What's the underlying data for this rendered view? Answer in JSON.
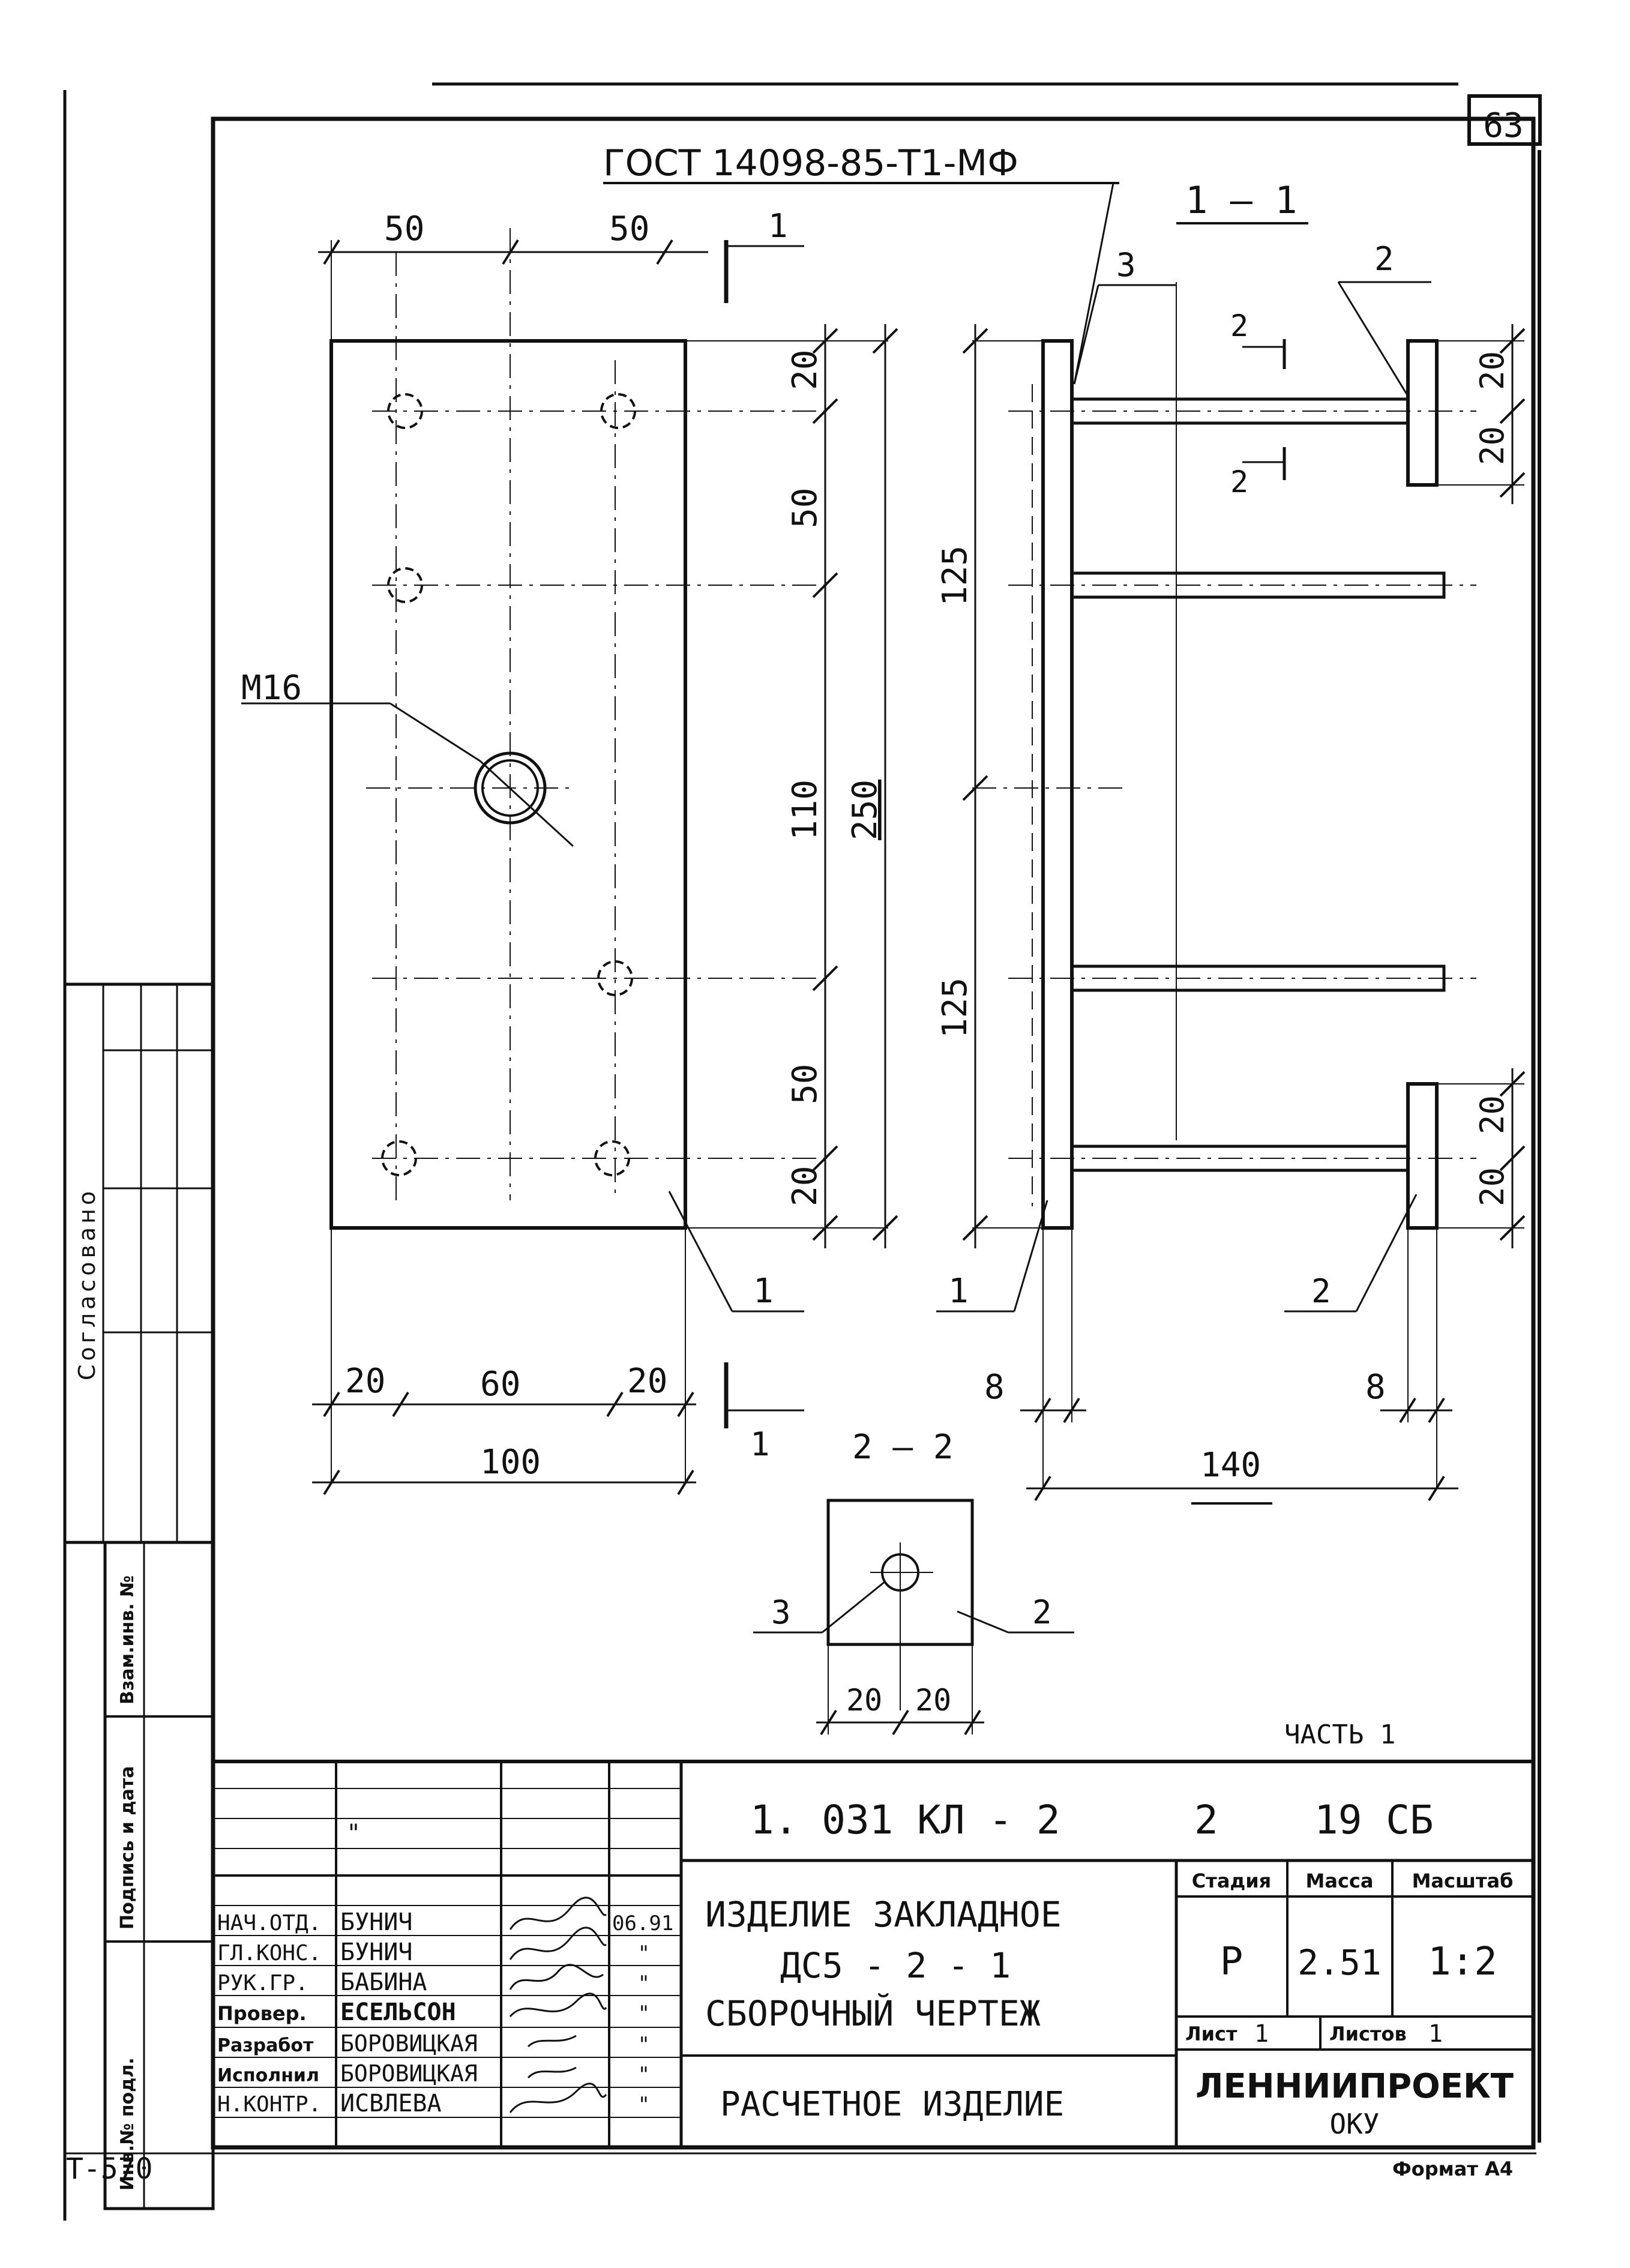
{
  "sheet_number": "63",
  "gost_reference": "ГОСТ 14098-85-Т1-МФ",
  "section_labels": {
    "main": "1 — 1",
    "small": "2 — 2",
    "cut_1": "1",
    "cut_2": "2"
  },
  "dimensions": {
    "plan_top_left": "50",
    "plan_top_right": "50",
    "plan_bottom_left": "20",
    "plan_bottom_mid": "60",
    "plan_bottom_right": "20",
    "plan_total_width": "100",
    "right_20_top": "20",
    "right_50_top": "50",
    "right_110": "110",
    "right_250": "250",
    "right_50_bottom": "50",
    "right_20_bottom": "20",
    "section_125_top": "125",
    "section_125_bottom": "125",
    "plate_thickness": "8",
    "rib_thickness": "8",
    "section_total_length": "140",
    "rib_top_upper": "20",
    "rib_top_lower": "20",
    "rib_bottom_upper": "20",
    "rib_bottom_lower": "20",
    "small_left": "20",
    "small_right": "20"
  },
  "callouts": {
    "thread": "М16",
    "pos_1_plan": "1",
    "pos_1_section": "1",
    "pos_2_top": "2",
    "pos_2_bottom": "2",
    "pos_3_top": "3",
    "pos_3_small": "3",
    "pos_2_small": "2"
  },
  "side_block": {
    "soglasovano": "Согласовано",
    "vzam_inv": "Взам.инв. №",
    "podpis_data": "Подпись и дата",
    "inv_podl": "Инв.№ подл."
  },
  "title_block": {
    "part_label": "ЧАСТЬ 1",
    "designation": "1. 031 КЛ - 2",
    "designation_part": "2",
    "designation_sheet": "19 СБ",
    "title_line1": "ИЗДЕЛИЕ ЗАКЛАДНОЕ",
    "title_line2": "ДС5 - 2 - 1",
    "title_line3": "СБОРОЧНЫЙ ЧЕРТЕЖ",
    "subtitle": "РАСЧЕТНОЕ ИЗДЕЛИЕ",
    "stage_header": "Стадия",
    "mass_header": "Масса",
    "scale_header": "Масштаб",
    "stage": "Р",
    "mass": "2.51",
    "scale": "1:2",
    "sheet_label": "Лист",
    "sheet_value": "1",
    "sheets_label": "Листов",
    "sheets_value": "1",
    "organization": "ЛЕННИИПРОЕКТ",
    "department": "ОКУ",
    "format": "Формат А4",
    "date": "06.91",
    "ditto": "\"",
    "staff": [
      {
        "role": "НАЧ.ОТД.",
        "name": "БУНИЧ"
      },
      {
        "role": "ГЛ.КОНС.",
        "name": "БУНИЧ"
      },
      {
        "role": "РУК.ГР.",
        "name": "БАБИНА"
      },
      {
        "role": "Провер.",
        "name": "ЕСЕЛЬСОН"
      },
      {
        "role": "Разработ",
        "name": "БОРОВИЦКАЯ"
      },
      {
        "role": "Исполнил",
        "name": "БОРОВИЦКАЯ"
      },
      {
        "role": "Н.КОНТР.",
        "name": "ИСВЛЕВА"
      }
    ]
  },
  "corner_code": "Т-570"
}
